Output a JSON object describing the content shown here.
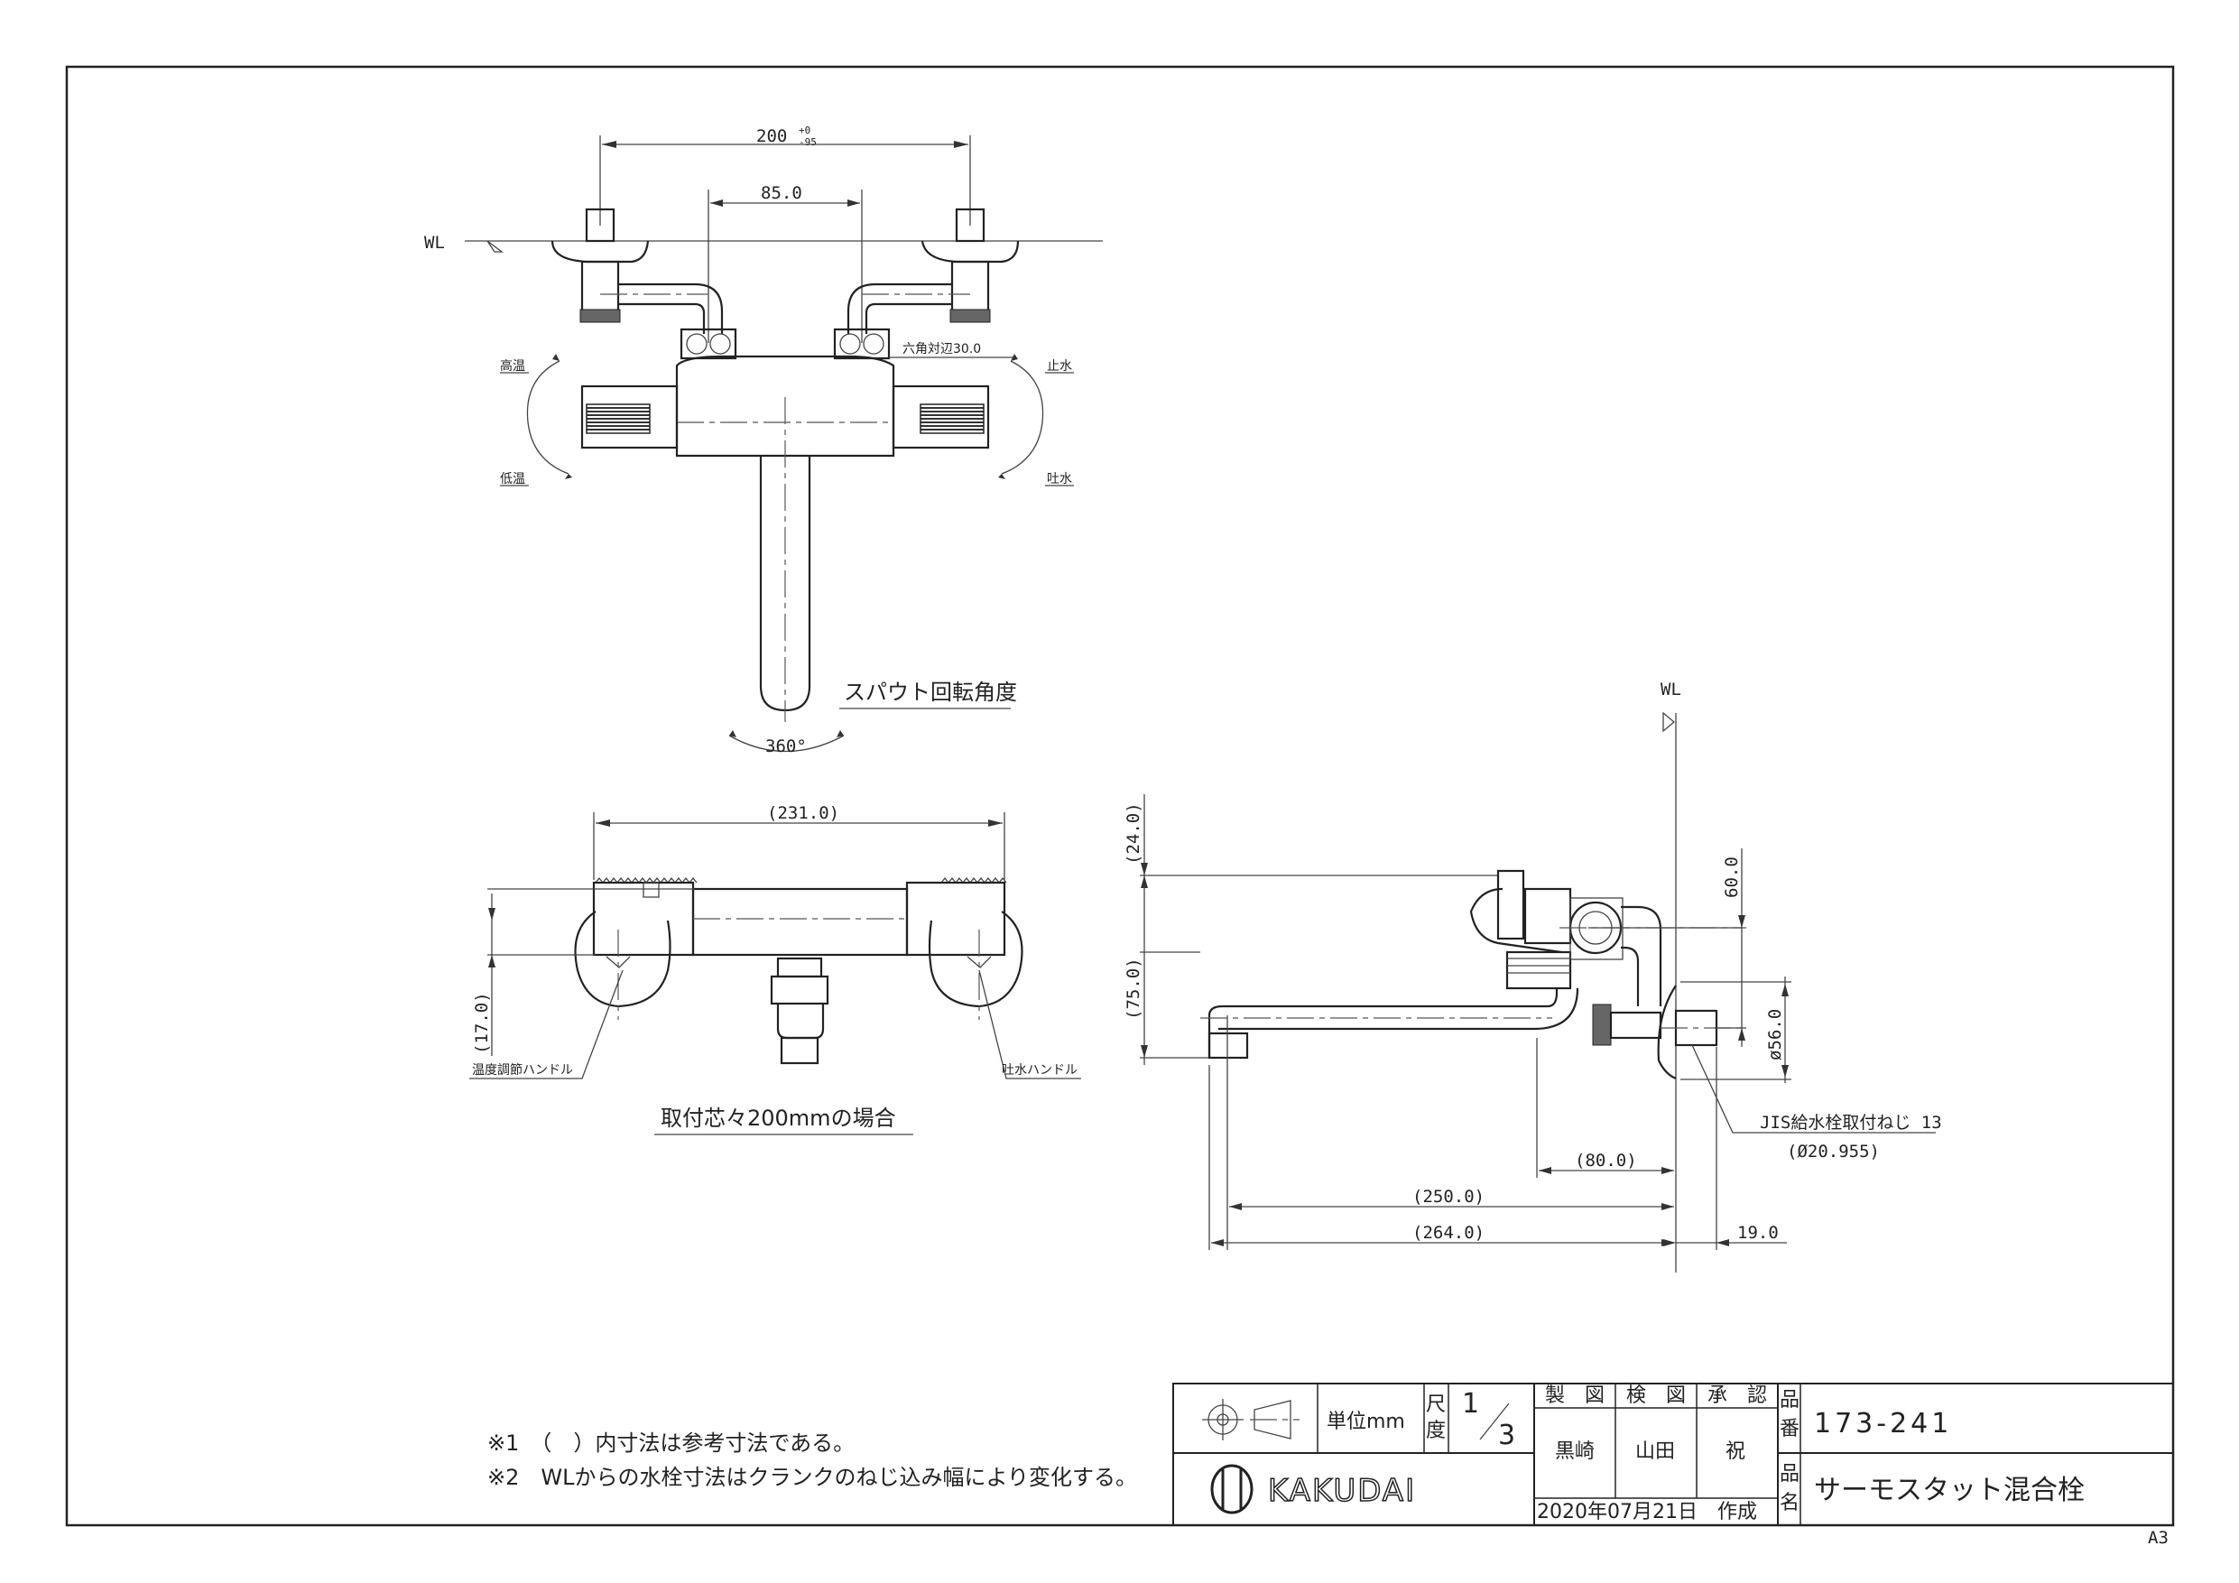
{
  "front_view": {
    "wl": "WL",
    "dim_center": "200",
    "dim_center_tol_upper": "+0",
    "dim_center_tol_lower": "-95",
    "dim_inner": "85.0",
    "hex_label": "六角対辺30.0",
    "left_top": "高温",
    "left_bottom": "低温",
    "right_top": "止水",
    "right_bottom": "吐水",
    "spout_label": "スパウト回転角度",
    "angle": "360°"
  },
  "top_view": {
    "dim_width": "(231.0)",
    "dim_height": "(17.0)",
    "left_handle": "温度調節ハンドル",
    "right_handle": "吐水ハンドル",
    "caption": "取付芯々200mmの場合"
  },
  "side_view": {
    "wl": "WL",
    "dim_24": "(24.0)",
    "dim_75": "(75.0)",
    "dim_60": "60.0",
    "dim_56": "ø56.0",
    "thread_label": "JIS給水栓取付ねじ 13",
    "thread_dia": "(Ø20.955)",
    "dim_80": "(80.0)",
    "dim_250": "(250.0)",
    "dim_264": "(264.0)",
    "dim_19": "19.0"
  },
  "notes": [
    "※1　（　）内寸法は参考寸法である。",
    "※2　WLからの水栓寸法はクランクのねじ込み幅により変化する。"
  ],
  "title_block": {
    "unit": "単位mm",
    "scale_label_1": "尺",
    "scale_label_2": "度",
    "scale_num": "1",
    "scale_den": "3",
    "drawn_label": "製　図",
    "checked_label": "検　図",
    "approved_label": "承　認",
    "drawn_by": "黒崎",
    "checked_by": "山田",
    "approved_by": "祝",
    "date": "2020年07月21日　作成",
    "part_no_label_1": "品",
    "part_no_label_2": "番",
    "part_no": "173-241",
    "name_label_1": "品",
    "name_label_2": "名",
    "name": "サーモスタット混合栓",
    "company": "KAKUDAI",
    "paper_size": "A3"
  }
}
